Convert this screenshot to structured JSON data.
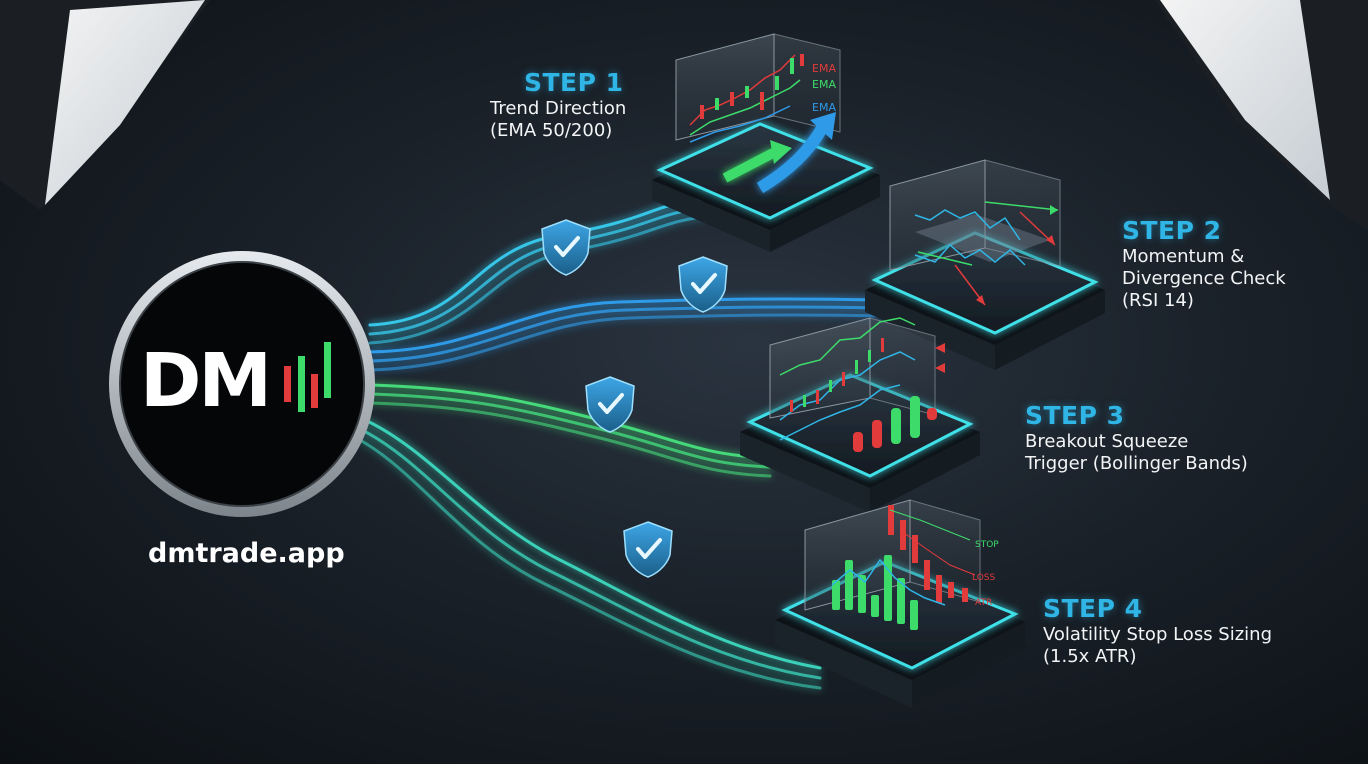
{
  "brand": {
    "logo_text": "DM",
    "site": "dmtrade.app",
    "colors": {
      "cyan": "#2fb6e6",
      "green": "#3ddc6a",
      "red": "#e23b3b",
      "blue": "#2f8be6"
    }
  },
  "steps": [
    {
      "title": "STEP 1",
      "desc": "Trend Direction\n(EMA 50/200)",
      "chart_labels": [
        "EMA",
        "EMA",
        "EMA"
      ]
    },
    {
      "title": "STEP 2",
      "desc": "Momentum &\nDivergence Check\n(RSI 14)"
    },
    {
      "title": "STEP 3",
      "desc": "Breakout Squeeze\nTrigger (Bollinger Bands)"
    },
    {
      "title": "STEP 4",
      "desc": "Volatility Stop Loss Sizing\n(1.5x ATR)",
      "chart_labels": [
        "STOP",
        "LOSS",
        "ATR"
      ]
    }
  ],
  "icons": [
    "shield-check-icon",
    "shield-check-icon",
    "shield-check-icon",
    "shield-check-icon"
  ]
}
